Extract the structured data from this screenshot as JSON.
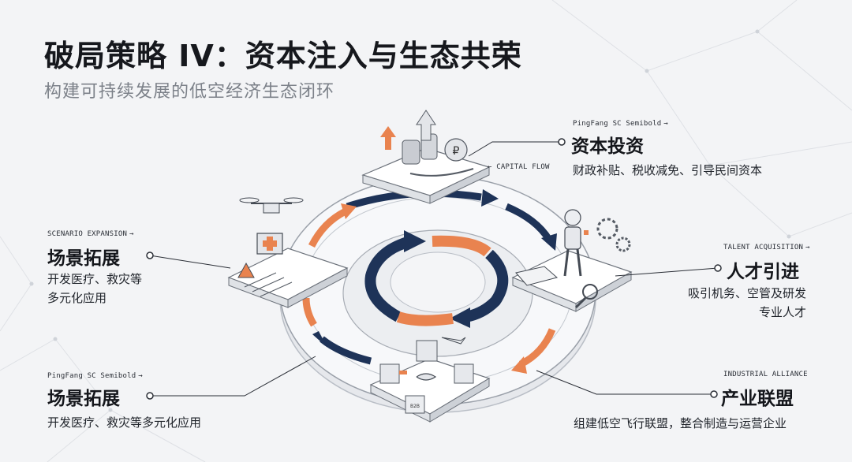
{
  "title": "破局策略 IV：资本注入与生态共荣",
  "subtitle": "构建可持续发展的低空经济生态闭环",
  "colors": {
    "navy": "#1e3358",
    "orange": "#e9834f",
    "ink": "#2a2e36"
  },
  "nodes": {
    "capital": {
      "tag": "PingFang SC Semibold",
      "tag_arrow": "→",
      "title": "资本投资",
      "desc": "财政补贴、税收减免、引导民间资本",
      "flow_label": "CAPITAL FLOW",
      "flow_arrow": "←"
    },
    "talent": {
      "tag": "TALENT ACQUISITION",
      "tag_arrow": "→",
      "title": "人才引进",
      "desc_line1": "吸引机务、空管及研发",
      "desc_line2": "专业人才"
    },
    "alliance": {
      "tag": "INDUSTRIAL ALLIANCE",
      "title": "产业联盟",
      "desc": "组建低空飞行联盟，整合制造与运营企业"
    },
    "scenario_top": {
      "tag": "SCENARIO EXPANSION",
      "tag_arrow": "→",
      "title": "场景拓展",
      "desc_line1": "开发医疗、救灾等",
      "desc_line2": "多元化应用"
    },
    "scenario_bottom": {
      "tag": "PingFang SC Semibold",
      "tag_arrow": "→",
      "title": "场景拓展",
      "desc": "开发医疗、救灾等多元化应用"
    }
  },
  "icons": {
    "capital": "coins-hand-icon",
    "talent": "robot-book-gears-icon",
    "alliance": "handshake-boxes-icon",
    "scenario": "drone-medical-field-icon"
  },
  "alliance_box_text": "B2B"
}
